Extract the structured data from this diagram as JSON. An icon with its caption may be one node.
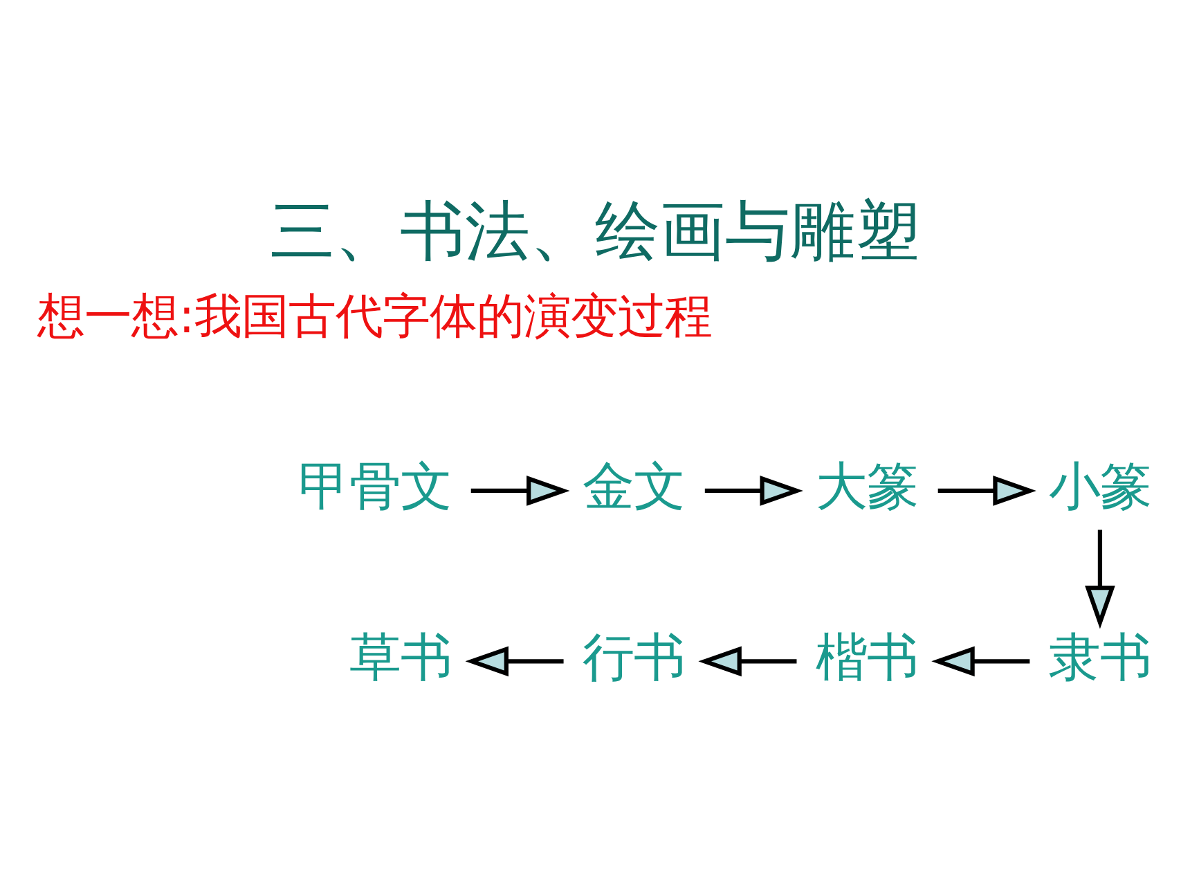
{
  "diagram": {
    "title": "三、书法、绘画与雕塑",
    "nodes": [
      {
        "text": [
          "甲骨文"
        ]
      },
      {
        "text": [
          "金文"
        ]
      },
      {
        "text": [
          "大篆"
        ]
      },
      {
        "text": [
          "小篆"
        ]
      },
      {
        "text": [
          "隶书"
        ]
      },
      {
        "text": [
          "楷书"
        ]
      },
      {
        "text": [
          "行书"
        ]
      },
      {
        "text": [
          "草书"
        ]
      }
    ],
    "edges": [
      {
        "from": 0,
        "to": 1,
        "arrow": "to"
      },
      {
        "from": 1,
        "to": 2,
        "arrow": "to"
      },
      {
        "from": 2,
        "to": 3,
        "arrow": "to"
      },
      {
        "from": 3,
        "to": 4,
        "arrow": "to"
      },
      {
        "from": 4,
        "to": 5,
        "arrow": "to"
      },
      {
        "from": 5,
        "to": 6,
        "arrow": "to"
      },
      {
        "from": 6,
        "to": 7,
        "arrow": "to"
      }
    ],
    "labels": [
      "想一想:我国古代字体的演变过程"
    ]
  }
}
